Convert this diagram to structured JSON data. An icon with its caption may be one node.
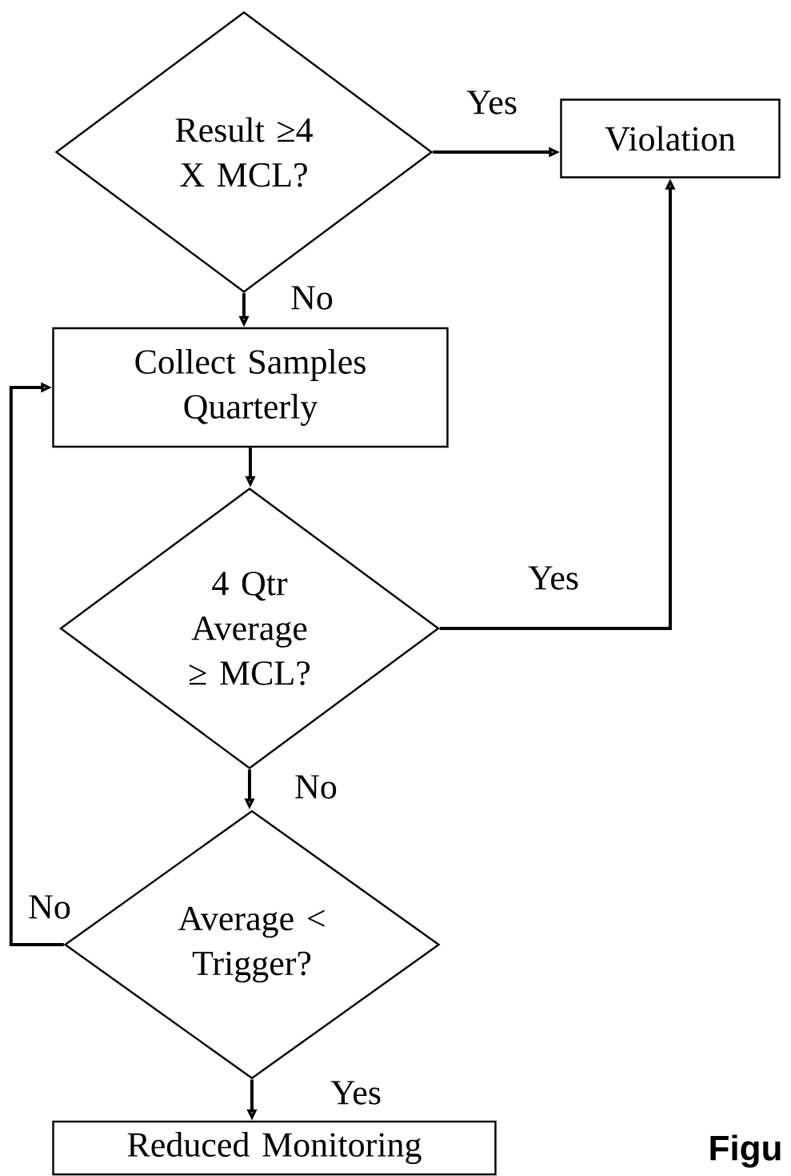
{
  "diagram": {
    "nodes": [
      {
        "text": [
          "Result ≥4 X MCL?"
        ]
      },
      {
        "text": [
          "Violation"
        ]
      },
      {
        "text": [
          "Collect Samples Quarterly"
        ]
      },
      {
        "text": [
          "4 Qtr Average ≥ MCL?"
        ]
      },
      {
        "text": [
          "Average < Trigger?"
        ]
      },
      {
        "text": [
          "Reduced Monitoring"
        ]
      }
    ],
    "edges": [
      {
        "from": 0,
        "to": 1,
        "arrow": "to",
        "label": "Yes"
      },
      {
        "from": 0,
        "to": 2,
        "arrow": "to",
        "label": "No"
      },
      {
        "from": 2,
        "to": 3,
        "arrow": "to"
      },
      {
        "from": 3,
        "to": 1,
        "arrow": "to",
        "label": "Yes"
      },
      {
        "from": 3,
        "to": 4,
        "arrow": "to",
        "label": "No"
      },
      {
        "from": 4,
        "to": 2,
        "arrow": "to",
        "label": "No"
      },
      {
        "from": 4,
        "to": 5,
        "arrow": "to",
        "label": "Yes"
      }
    ],
    "labels": [
      "Figu"
    ]
  }
}
